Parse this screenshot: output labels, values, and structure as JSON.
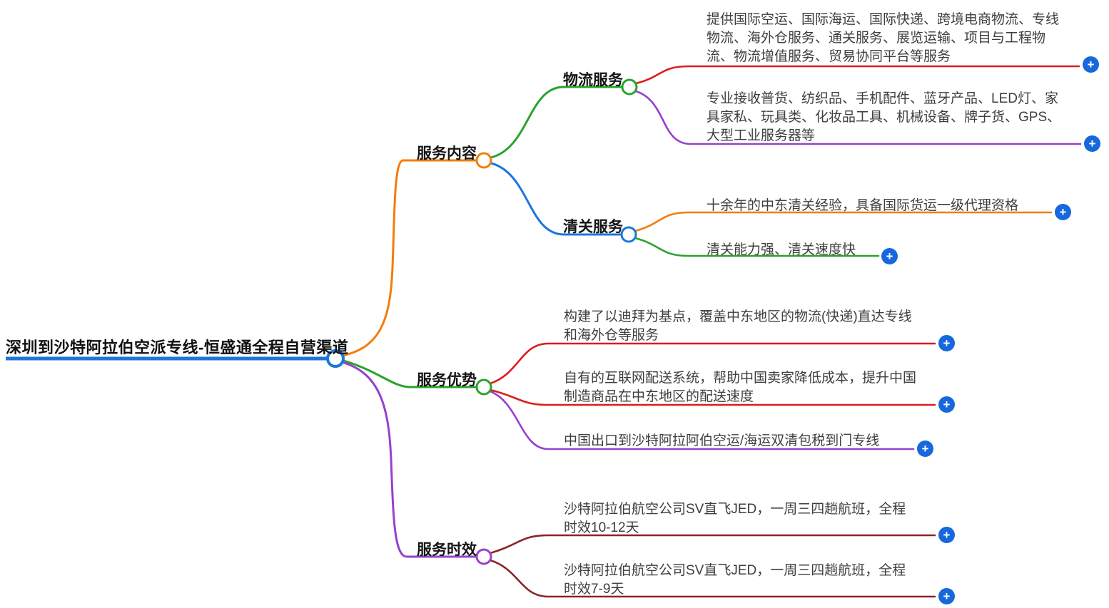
{
  "root": {
    "label": "深圳到沙特阿拉伯空派专线-恒盛通全程自营渠道"
  },
  "branches": [
    {
      "label": "服务内容",
      "children": [
        {
          "label": "物流服务",
          "leaves": [
            {
              "text": "提供国际空运、国际海运、国际快递、跨境电商物流、专线物流、海外仓服务、通关服务、展览运输、项目与工程物流、物流增值服务、贸易协同平台等服务"
            },
            {
              "text": "专业接收普货、纺织品、手机配件、蓝牙产品、LED灯、家具家私、玩具类、化妆品工具、机械设备、牌子货、GPS、大型工业服务器等"
            }
          ]
        },
        {
          "label": "清关服务",
          "leaves": [
            {
              "text": "十余年的中东清关经验，具备国际货运一级代理资格"
            },
            {
              "text": "清关能力强、清关速度快"
            }
          ]
        }
      ]
    },
    {
      "label": "服务优势",
      "leaves": [
        {
          "text": "构建了以迪拜为基点，覆盖中东地区的物流(快递)直达专线和海外仓等服务"
        },
        {
          "text": "自有的互联网配送系统，帮助中国卖家降低成本，提升中国制造商品在中东地区的配送速度"
        },
        {
          "text": "中国出口到沙特阿拉阿伯空运/海运双清包税到门专线"
        }
      ]
    },
    {
      "label": "服务时效",
      "leaves": [
        {
          "text": "沙特阿拉伯航空公司SV直飞JED，一周三四趟航班，全程时效10-12天"
        },
        {
          "text": "沙特阿拉伯航空公司SV直飞JED，一周三四趟航班，全程时效7-9天"
        }
      ]
    }
  ],
  "icons": {
    "add_glyph": "+"
  },
  "colors": {
    "root_blue": "#1c76d9",
    "branch_orange": "#f57c0c",
    "branch_green": "#2aa32b",
    "branch_blue": "#1c76d9",
    "branch_purple": "#9642cd",
    "leaf_red": "#dd1c1c",
    "leaf_maroon": "#8c2525",
    "add_button_blue": "#1668dc",
    "text_dark": "#3e3e3e"
  }
}
